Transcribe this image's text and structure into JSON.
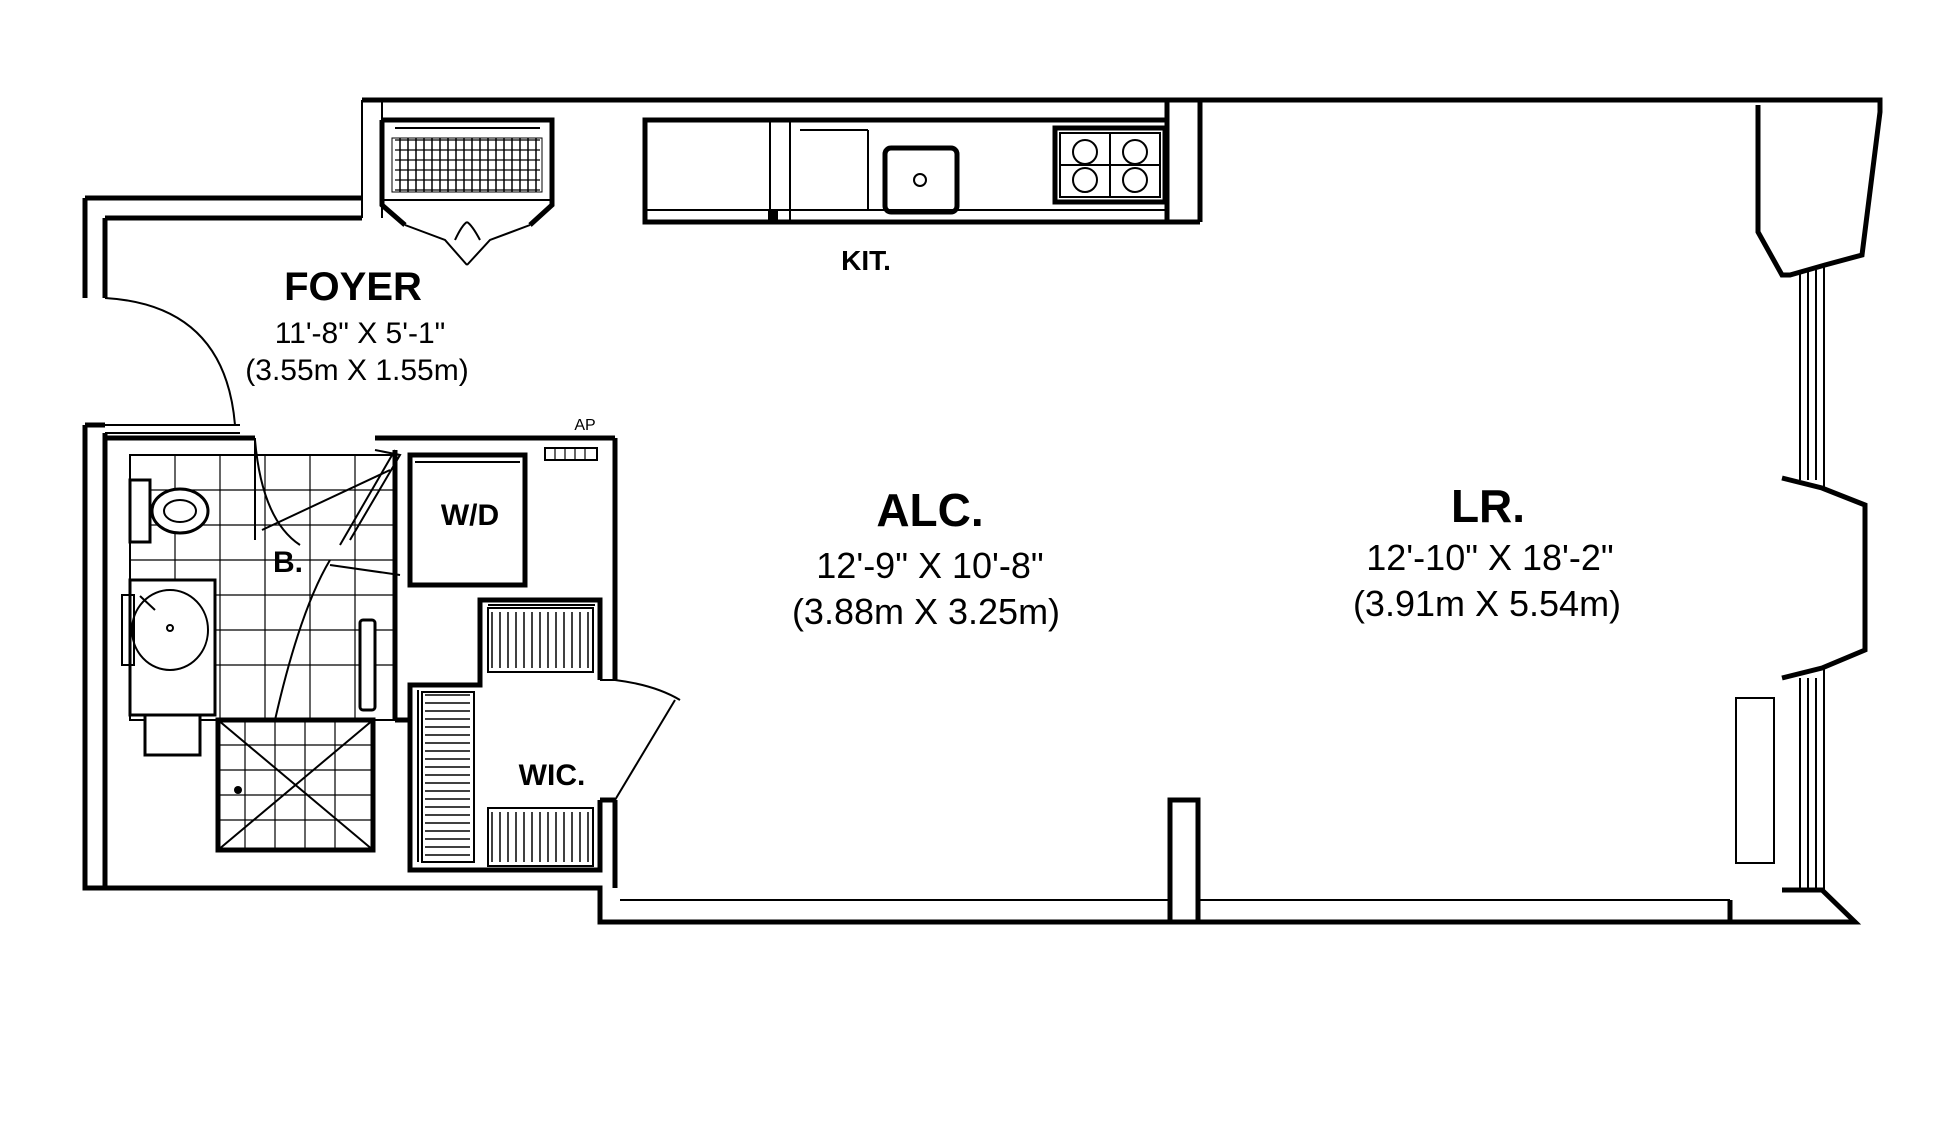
{
  "rooms": {
    "foyer": {
      "name": "FOYER",
      "dim_imperial": "11'-8\" X 5'-1\"",
      "dim_metric": "(3.55m X 1.55m)"
    },
    "kitchen": {
      "name": "KIT."
    },
    "alcove": {
      "name": "ALC.",
      "dim_imperial": "12'-9\" X 10'-8\"",
      "dim_metric": "(3.88m X 3.25m)"
    },
    "living_room": {
      "name": "LR.",
      "dim_imperial": "12'-10\" X 18'-2\"",
      "dim_metric": "(3.91m X 5.54m)"
    },
    "bathroom": {
      "name": "B."
    },
    "washer_dryer": {
      "name": "W/D"
    },
    "walk_in_closet": {
      "name": "WIC."
    },
    "access_panel": {
      "name": "AP"
    }
  }
}
